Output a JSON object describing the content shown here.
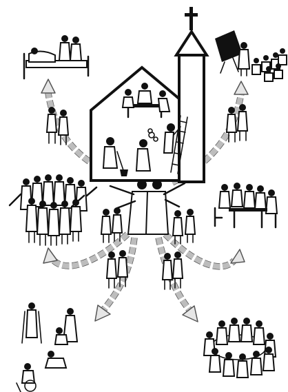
{
  "illustration": {
    "style": "black-and-white line drawing",
    "palette": {
      "ink": "#111111",
      "path_fill": "#e6e6e6",
      "background": "#ffffff"
    },
    "icons": [
      "church-with-cross",
      "people-working-in-church",
      "pastor-with-open-arms",
      "sickbed-visit",
      "teacher-at-chalkboard",
      "crowd-with-raised-arms",
      "table-meeting",
      "care-for-sick-and-disabled",
      "circle-of-people"
    ]
  }
}
